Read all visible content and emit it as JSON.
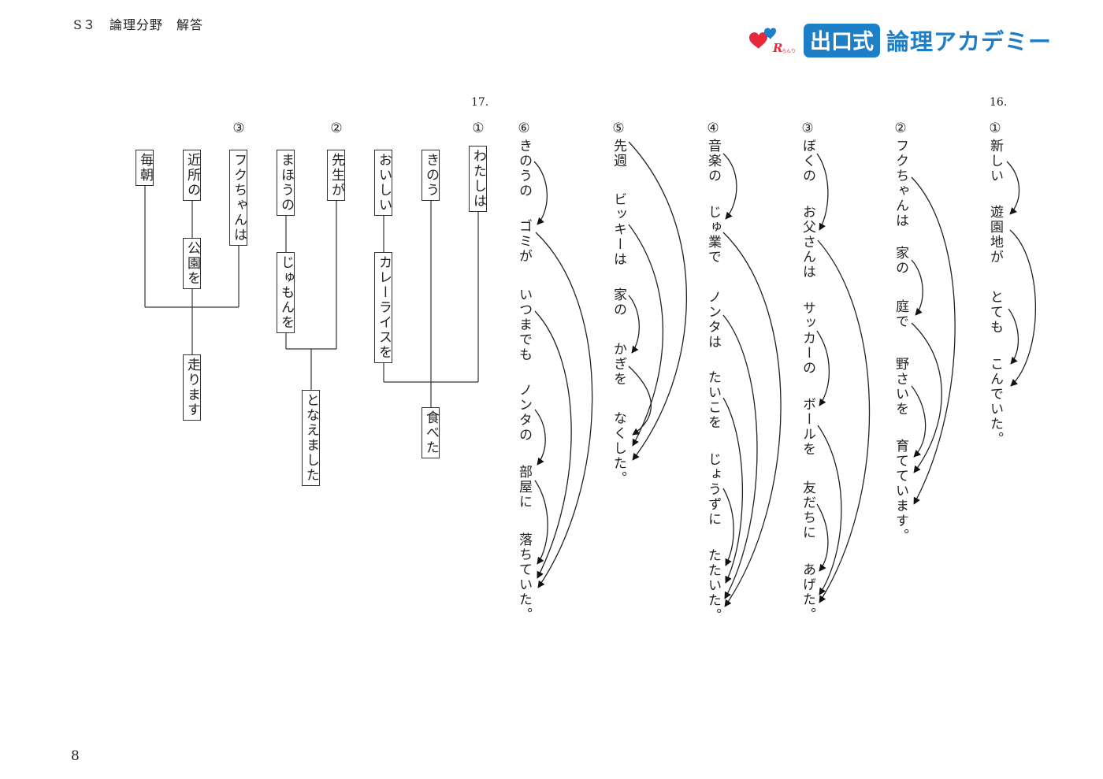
{
  "header": {
    "title": "S３　論理分野　解答"
  },
  "logo": {
    "ruby": "ろんり",
    "box_text": "出口式",
    "text": "論理アカデミー",
    "brand_color": "#1e7fc6",
    "accent_red": "#e5283c"
  },
  "page_number": "8",
  "q16": {
    "number": "16.",
    "items": [
      {
        "mark": "①",
        "chunks": [
          "新しい",
          "遊園地が",
          "とても",
          "こんでいた。"
        ]
      },
      {
        "mark": "②",
        "chunks": [
          "フクちゃんは",
          "家の",
          "庭で",
          "野さいを",
          "育てています。"
        ]
      },
      {
        "mark": "③",
        "chunks": [
          "ぼくの",
          "お父さんは",
          "サッカーの",
          "ボールを",
          "友だちに",
          "あげた。"
        ]
      },
      {
        "mark": "④",
        "chunks": [
          "音楽の",
          "じゅ業で",
          "ノンタは",
          "たいこを",
          "じょうずに",
          "たたいた。"
        ]
      },
      {
        "mark": "⑤",
        "chunks": [
          "先週",
          "ビッキーは",
          "家の",
          "かぎを",
          "なくした。"
        ]
      },
      {
        "mark": "⑥",
        "chunks": [
          "きのうの",
          "ゴミが",
          "いつまでも",
          "ノンタの",
          "部屋に",
          "落ちていた。"
        ]
      }
    ]
  },
  "q17": {
    "number": "17.",
    "d1": {
      "mark": "①",
      "subject": "わたしは",
      "time": "きのう",
      "adj": "おいしい",
      "obj": "カレーライスを",
      "verb": "食べた"
    },
    "d2": {
      "mark": "②",
      "subject": "先生が",
      "mod": "まほうの",
      "obj": "じゅもんを",
      "verb": "となえました"
    },
    "d3": {
      "mark": "③",
      "subject": "フクちゃんは",
      "mod": "近所の",
      "obj": "公園を",
      "time": "毎朝",
      "verb": "走ります"
    }
  }
}
